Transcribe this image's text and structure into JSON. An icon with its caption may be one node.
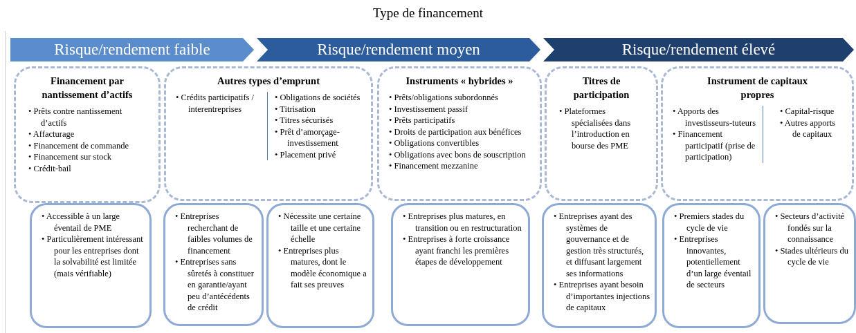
{
  "diagram": {
    "title": "Type de financement",
    "nodes": [
      {
        "text": [
          "Risque/rendement faible"
        ]
      },
      {
        "text": [
          "Risque/rendement moyen"
        ]
      },
      {
        "text": [
          "Risque/rendement élevé"
        ]
      },
      {
        "text": [
          "Financement par nantissement d’actifs",
          "• Prêts contre nantissement d’actifs",
          "• Affacturage",
          "• Financement de commande",
          "• Financement sur stock",
          "• Crédit-bail"
        ]
      },
      {
        "text": [
          "Autres types d’emprunt",
          "• Crédits participatifs / interentreprises",
          "• Obligations de sociétés",
          "• Titrisation",
          "• Titres sécurisés",
          "• Prêt d’amorçage-investissement",
          "• Placement privé"
        ]
      },
      {
        "text": [
          "Instruments « hybrides »",
          "• Prêts/obligations subordonnés",
          "• Investissement passif",
          "• Prêts participatifs",
          "• Droits de participation aux bénéfices",
          "• Obligations convertibles",
          "• Obligations avec bons de souscription",
          "• Financement mezzanine"
        ]
      },
      {
        "text": [
          "Titres de participation",
          "• Plateformes spécialisées dans l’introduction en bourse des PME"
        ]
      },
      {
        "text": [
          "Instrument de capitaux propres",
          "• Apports des investisseurs-tuteurs",
          "• Financement participatif (prise de participation)",
          "• Capital-risque",
          "• Autres apports de capitaux"
        ]
      },
      {
        "text": [
          "• Accessible à un large éventail de PME",
          "• Particulièrement intéressant pour les entreprises dont la solvabilité est limitée (mais vérifiable)"
        ]
      },
      {
        "text": [
          "• Entreprises recherchant de faibles volumes de financement",
          "• Entreprises sans sûretés à constituer en garantie/ayant peu d’antécédents de crédit"
        ]
      },
      {
        "text": [
          "• Nécessite une certaine taille et une certaine échelle",
          "• Entreprises plus matures, dont le modèle économique a fait ses preuves"
        ]
      },
      {
        "text": [
          "• Entreprises plus matures, en transition ou en restructuration",
          "• Entreprises à forte croissance ayant franchi les premières étapes de développement"
        ]
      },
      {
        "text": [
          "• Entreprises ayant des systèmes de gouvernance et de gestion très structurés, et diffusant largement ses informations",
          "• Entreprises ayant besoin d’importantes injections de capitaux"
        ]
      },
      {
        "text": [
          "• Premiers stades du cycle de vie",
          "• Entreprises innovantes, potentiellement d’un large éventail de secteurs"
        ]
      },
      {
        "text": [
          "• Secteurs d’activité fondés sur la connaissance",
          "• Stades ultérieurs du cycle de vie"
        ]
      }
    ],
    "edges": []
  }
}
